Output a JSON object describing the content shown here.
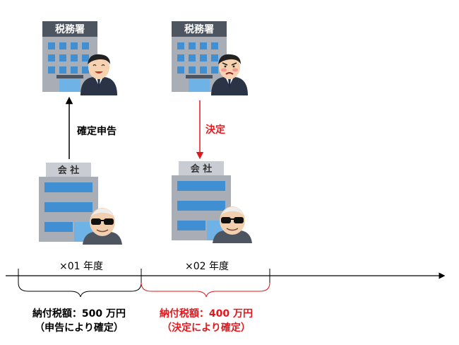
{
  "tax_office_label": "税務署",
  "company_label": "会 社",
  "arrow_labels": {
    "filing": "確定申告",
    "determination": "決定"
  },
  "periods": [
    {
      "label": "×01 年度"
    },
    {
      "label": "×02 年度"
    }
  ],
  "payments": [
    {
      "line1": "納付税額：500 万円",
      "line2": "（申告により確定）",
      "color": "#000000"
    },
    {
      "line1": "納付税額：400 万円",
      "line2": "（決定により確定）",
      "color": "#e0191e"
    }
  ],
  "colors": {
    "accent_red": "#e0191e",
    "building_gray": "#a9aeb6",
    "window_blue": "#3f8fd2",
    "sign_bg": "#4d5560"
  }
}
